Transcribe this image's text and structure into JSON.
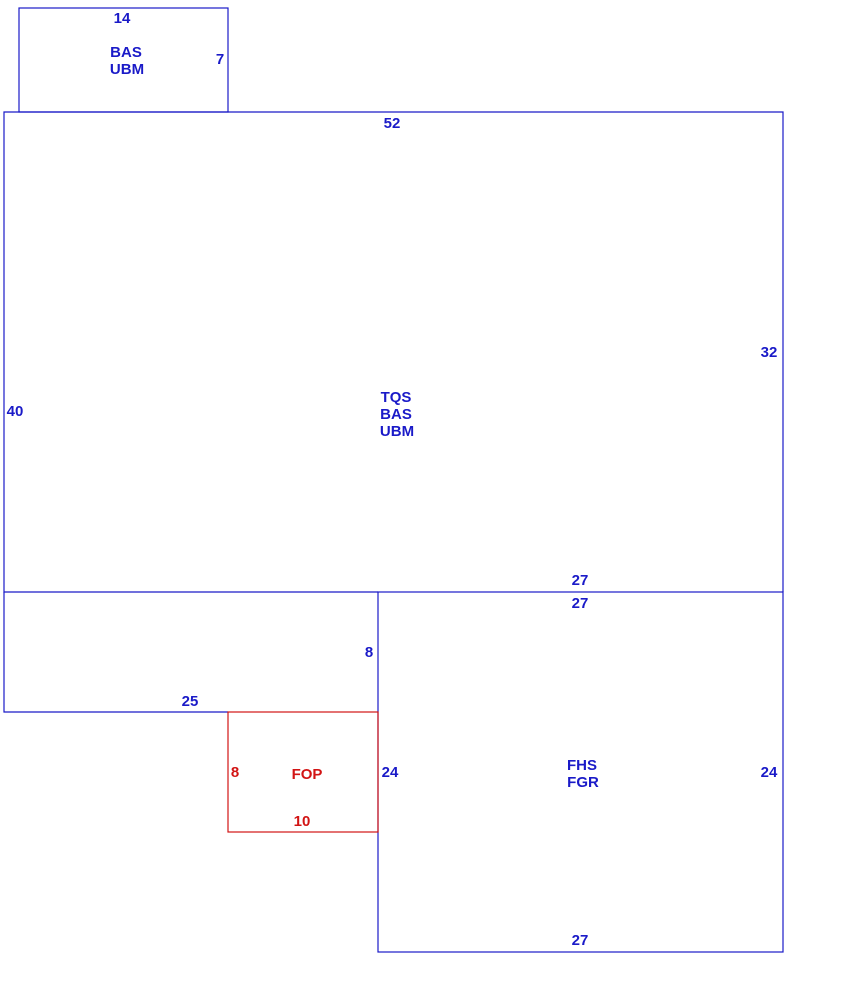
{
  "colors": {
    "main": "#1a1ac8",
    "porch": "#d21414"
  },
  "areas": {
    "top_box": {
      "codes": [
        "BAS",
        "UBM"
      ],
      "dims": {
        "top": "14",
        "right": "7"
      }
    },
    "main_block": {
      "codes": [
        "TQS",
        "BAS",
        "UBM"
      ],
      "dims": {
        "top": "52",
        "left": "40",
        "right": "32",
        "bottom": "25",
        "inner_right": "27",
        "inner_left": "8"
      }
    },
    "garage": {
      "codes": [
        "FHS",
        "FGR"
      ],
      "dims": {
        "top": "27",
        "left": "24",
        "right": "24",
        "bottom": "27"
      }
    },
    "porch": {
      "codes": [
        "FOP"
      ],
      "dims": {
        "left": "8",
        "bottom": "10"
      }
    }
  }
}
